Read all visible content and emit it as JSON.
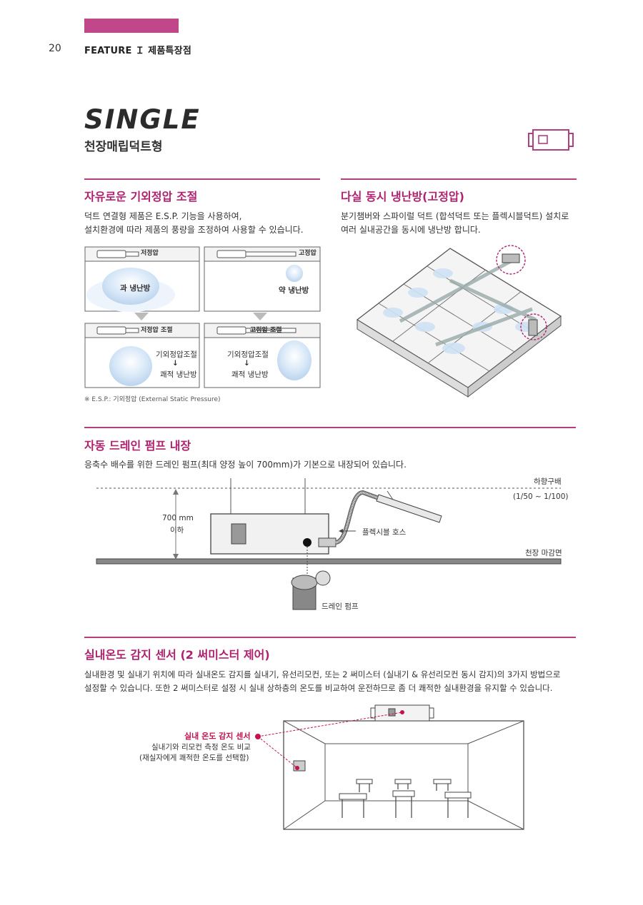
{
  "header": {
    "page_number": "20",
    "label": "FEATURE Ｉ 제품특장점"
  },
  "product": {
    "brand": "SINGLE",
    "type": "천장매립덕트형"
  },
  "sections": {
    "esp": {
      "title": "자유로운 기외정압 조절",
      "body_line1": "덕트 연결형 제품은 E.S.P. 기능을 사용하여,",
      "body_line2": "설치환경에 따라 제품의 풍량을 조정하여 사용할 수 있습니다.",
      "panels": {
        "low_pressure": "저정압",
        "high_pressure": "고정압",
        "over_cooling": "과 냉난방",
        "weak_cooling": "약 냉난방",
        "low_adjust": "저정압 조절",
        "high_adjust": "고정압 조절",
        "esp_adjust": "기외정압조절",
        "arrow": "↓",
        "comfort": "쾌적 냉난방"
      },
      "note": "※ E.S.P.: 기외정압 (External Static Pressure)"
    },
    "multi": {
      "title": "다실 동시 냉난방(고정압)",
      "body_line1": "분기챔버와 스파이럴 덕트 (합석덕트 또는 플렉시블덕트) 설치로",
      "body_line2": "여러 실내공간을 동시에 냉난방 합니다."
    },
    "drain": {
      "title": "자동 드레인 펌프 내장",
      "body": "응축수 배수를 위한 드레인 펌프(최대 양정 높이 700mm)가 기본으로 내장되어 있습니다.",
      "slope_label": "하향구배",
      "slope_value": "(1/50 ~ 1/100)",
      "height_value": "700 mm",
      "height_suffix": "이하",
      "hose_label": "플렉시블 호스",
      "ceiling_label": "천장 마감면",
      "pump_label": "드레인 펌프"
    },
    "sensor": {
      "title": "실내온도 감지 센서 (2 써미스터 제어)",
      "body_line1": "실내환경 및 실내기 위치에 따라 실내온도 감지를 실내기, 유선리모컨, 또는 2 써미스터 (실내기 & 유선리모컨 동시 감지)의 3가지 방법으로",
      "body_line2": "설정할 수 있습니다. 또한 2 써미스터로 설정 시 실내 상하층의 온도를 비교하여 운전하므로 좀 더 쾌적한 실내환경을 유지할 수 있습니다.",
      "callout_title": "실내 온도 감지 센서",
      "callout_line1": "실내기와 리모컨 측정 온도 비교",
      "callout_line2": "(재실자에게 쾌적한 온도를 선택함)"
    }
  },
  "colors": {
    "accent": "#b0226f",
    "rule": "#b0407e",
    "header_bar": "#c0478a",
    "airflow": "#cfe2f5"
  }
}
